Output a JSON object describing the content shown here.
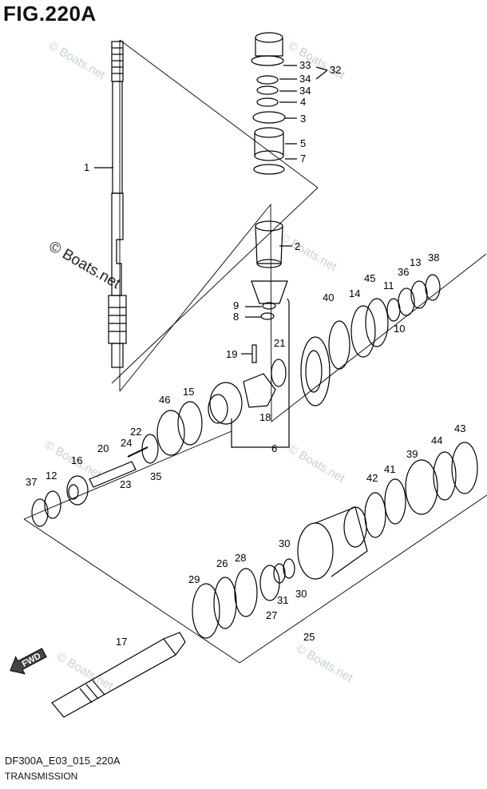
{
  "figure": {
    "title": "FIG.220A",
    "code": "DF300A_E03_015_220A",
    "section": "TRANSMISSION",
    "watermark_main": "© Boats.net",
    "watermark_faint": "© Boats.net",
    "fwd_label": "FWD"
  },
  "parts": [
    {
      "id": "p1",
      "label": "1"
    },
    {
      "id": "p2",
      "label": "2"
    },
    {
      "id": "p3",
      "label": "3"
    },
    {
      "id": "p4",
      "label": "4"
    },
    {
      "id": "p5",
      "label": "5"
    },
    {
      "id": "p6",
      "label": "6"
    },
    {
      "id": "p7",
      "label": "7"
    },
    {
      "id": "p8",
      "label": "8"
    },
    {
      "id": "p9",
      "label": "9"
    },
    {
      "id": "p10",
      "label": "10"
    },
    {
      "id": "p11",
      "label": "11"
    },
    {
      "id": "p12",
      "label": "12"
    },
    {
      "id": "p13",
      "label": "13"
    },
    {
      "id": "p14",
      "label": "14"
    },
    {
      "id": "p15",
      "label": "15"
    },
    {
      "id": "p16",
      "label": "16"
    },
    {
      "id": "p17",
      "label": "17"
    },
    {
      "id": "p18",
      "label": "18"
    },
    {
      "id": "p19",
      "label": "19"
    },
    {
      "id": "p20",
      "label": "20"
    },
    {
      "id": "p21",
      "label": "21"
    },
    {
      "id": "p22",
      "label": "22"
    },
    {
      "id": "p23",
      "label": "23"
    },
    {
      "id": "p24",
      "label": "24"
    },
    {
      "id": "p25",
      "label": "25"
    },
    {
      "id": "p26",
      "label": "26"
    },
    {
      "id": "p27",
      "label": "27"
    },
    {
      "id": "p28",
      "label": "28"
    },
    {
      "id": "p29",
      "label": "29"
    },
    {
      "id": "p30a",
      "label": "30"
    },
    {
      "id": "p30b",
      "label": "30"
    },
    {
      "id": "p31",
      "label": "31"
    },
    {
      "id": "p32",
      "label": "32"
    },
    {
      "id": "p33",
      "label": "33"
    },
    {
      "id": "p34a",
      "label": "34"
    },
    {
      "id": "p34b",
      "label": "34"
    },
    {
      "id": "p35",
      "label": "35"
    },
    {
      "id": "p36",
      "label": "36"
    },
    {
      "id": "p37",
      "label": "37"
    },
    {
      "id": "p38",
      "label": "38"
    },
    {
      "id": "p39",
      "label": "39"
    },
    {
      "id": "p40",
      "label": "40"
    },
    {
      "id": "p41",
      "label": "41"
    },
    {
      "id": "p42",
      "label": "42"
    },
    {
      "id": "p43",
      "label": "43"
    },
    {
      "id": "p44",
      "label": "44"
    },
    {
      "id": "p45",
      "label": "45"
    },
    {
      "id": "p46",
      "label": "46"
    }
  ]
}
